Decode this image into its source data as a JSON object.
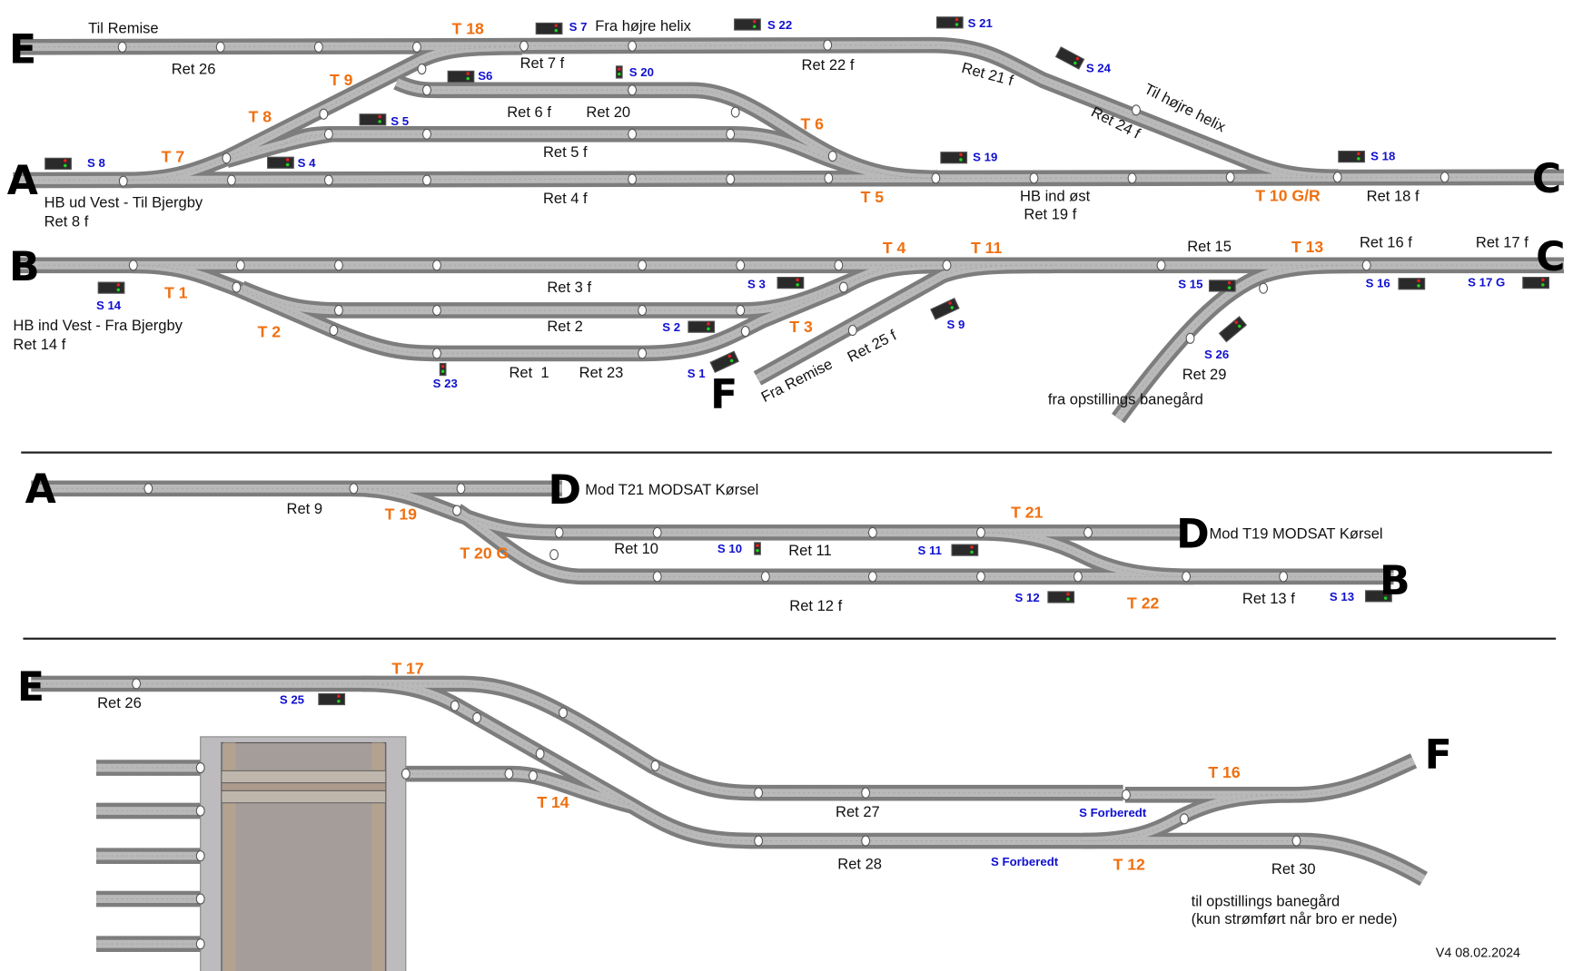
{
  "letters": [
    "E",
    "A",
    "C",
    "B",
    "C",
    "F",
    "A",
    "D",
    "D",
    "B",
    "E",
    "F"
  ],
  "turnouts": [
    "T 18",
    "T 9",
    "T 8",
    "T 7",
    "T 6",
    "T 5",
    "T 10 G/R",
    "T 4",
    "T 11",
    "T 13",
    "T 1",
    "T 2",
    "T 3",
    "T 19",
    "T 20 G",
    "T 21",
    "T 22",
    "T 17",
    "T 14",
    "T 16",
    "T 12"
  ],
  "signals": [
    "S 7",
    "S 22",
    "S 21",
    "S 24",
    "S 20",
    "S6",
    "S 5",
    "S 8",
    "S 4",
    "S 19",
    "S 18",
    "S 14",
    "S 3",
    "S 2",
    "S 23",
    "S 1",
    "S 9",
    "S 15",
    "S 16",
    "S 17 G",
    "S 26",
    "S 10",
    "S 11",
    "S 12",
    "S 13",
    "S 25",
    "S Forberedt",
    "S Forberedt"
  ],
  "routes": [
    "Til Remise",
    "Fra højre helix",
    "Ret 26",
    "Ret 7 f",
    "Ret 22 f",
    "Ret 21 f",
    "Til højre helix",
    "Ret 24 f",
    "Ret 6 f",
    "Ret 20",
    "Ret 5 f",
    "Ret 4 f",
    "HB ud Vest - Til Bjergby",
    "Ret 8 f",
    "HB ind øst",
    "Ret 19 f",
    "Ret 18 f",
    "Ret 15",
    "Ret 16 f",
    "Ret 17 f",
    "Ret 3 f",
    "Ret 2",
    "HB ind Vest - Fra Bjergby",
    "Ret 14 f",
    "Ret  1",
    "Ret 23",
    "Fra Remise",
    "Ret 25 f",
    "Ret 29",
    "fra opstillings banegård",
    "Ret 9",
    "Mod T21 MODSAT Kørsel",
    "Ret 10",
    "Ret 11",
    "Mod T19 MODSAT Kørsel",
    "Ret 12 f",
    "Ret 13 f",
    "Ret 26",
    "Ret 27",
    "Ret 28",
    "Ret 30",
    "til opstillings banegård",
    "(kun strømført når bro er nede)"
  ],
  "version": "V4 08.02.2024",
  "colors": {
    "turnout_label": "#f07010",
    "signal_label": "#1010d0",
    "track": "#7d7d7d",
    "track_inner": "#b9b9b9",
    "signal_red": "#e02020",
    "signal_green": "#20d020"
  }
}
